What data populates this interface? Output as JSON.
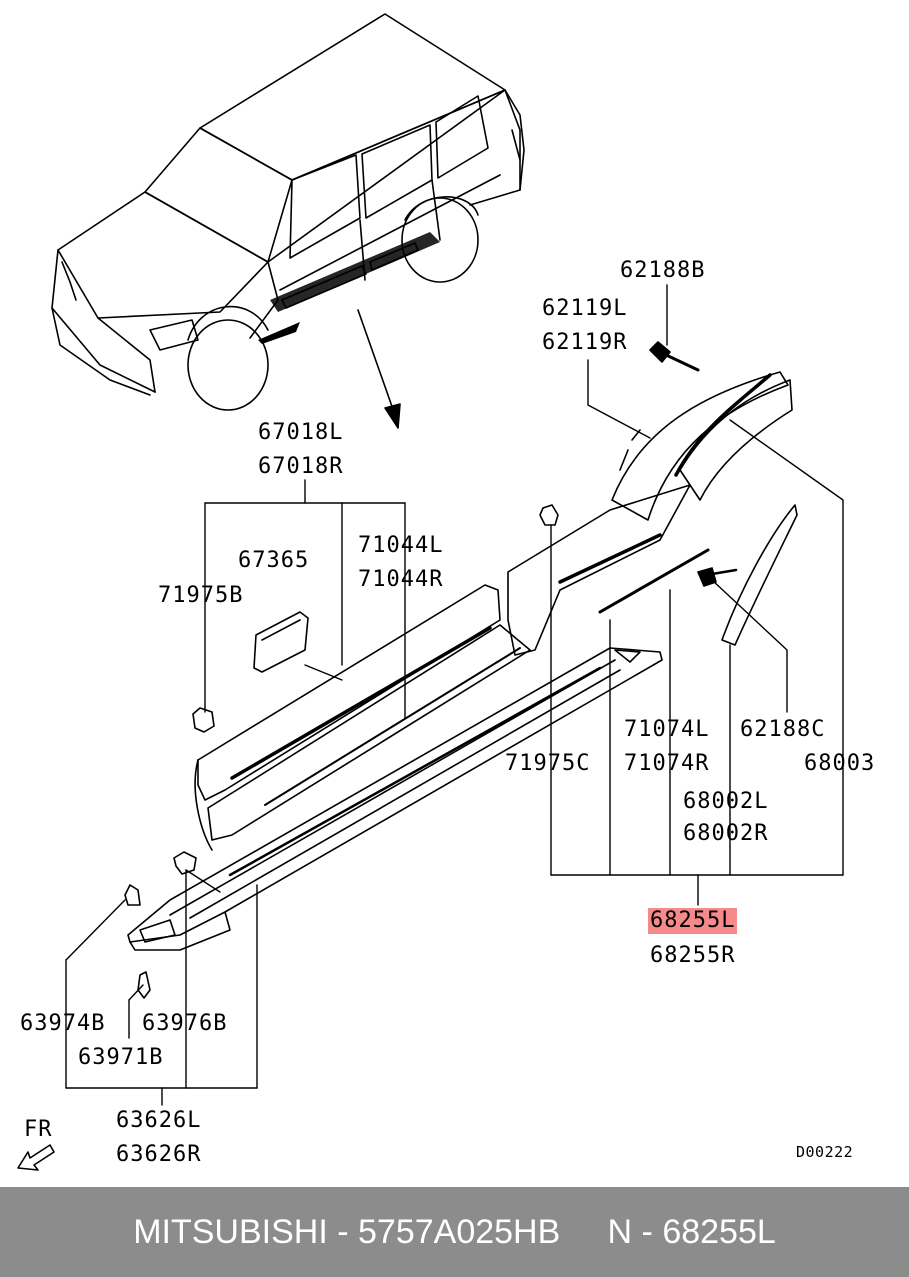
{
  "diagram": {
    "labels": {
      "l_62188B": "62188B",
      "l_62119L": "62119L",
      "l_62119R": "62119R",
      "l_67018L": "67018L",
      "l_67018R": "67018R",
      "l_67365": "67365",
      "l_71975B": "71975B",
      "l_71044L": "71044L",
      "l_71044R": "71044R",
      "l_71074L": "71074L",
      "l_71074R": "71074R",
      "l_62188C": "62188C",
      "l_71975C": "71975C",
      "l_68003": "68003",
      "l_68002L": "68002L",
      "l_68002R": "68002R",
      "l_68255L": "68255L",
      "l_68255R": "68255R",
      "l_63974B": "63974B",
      "l_63976B": "63976B",
      "l_63971B": "63971B",
      "l_63626L": "63626L",
      "l_63626R": "63626R",
      "l_FR": "FR",
      "l_code": "D00222"
    },
    "highlight_color": "#f48a8a"
  },
  "footer": {
    "brand": "MITSUBISHI",
    "sep1": " - ",
    "part_number": "5757A025HB",
    "gap": "     ",
    "n_label": "N",
    "sep2": " - ",
    "n_value": "68255L",
    "background": "#8c8c8c"
  }
}
